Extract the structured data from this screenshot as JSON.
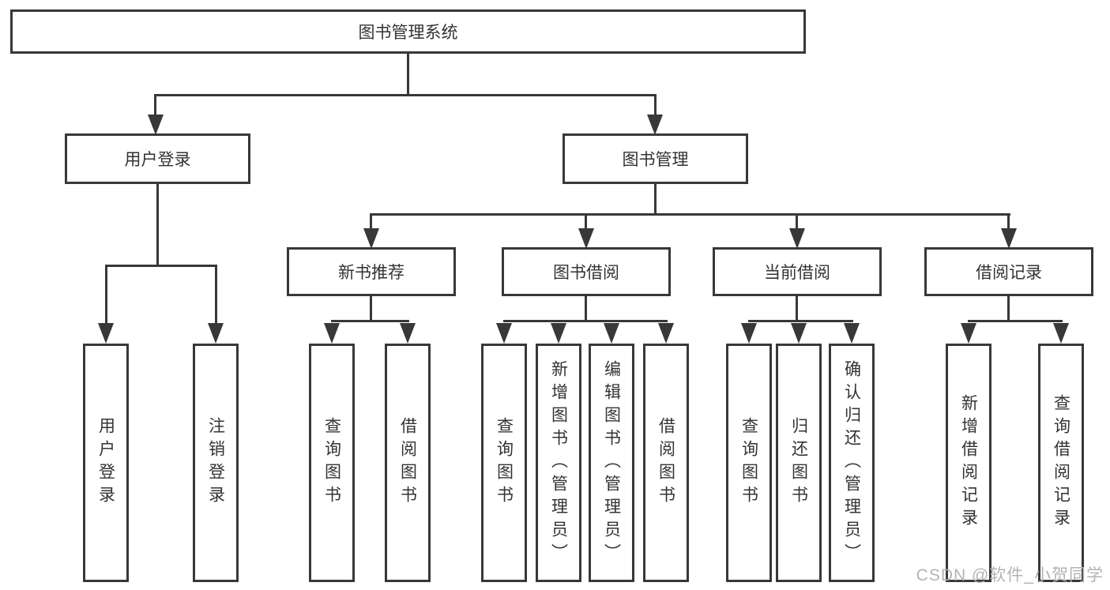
{
  "diagram": {
    "root": {
      "label": "图书管理系统",
      "children": [
        {
          "label": "用户登录",
          "children": [
            {
              "label": "用户登录"
            },
            {
              "label": "注销登录"
            }
          ]
        },
        {
          "label": "图书管理",
          "children": [
            {
              "label": "新书推荐",
              "children": [
                {
                  "label": "查询图书"
                },
                {
                  "label": "借阅图书"
                }
              ]
            },
            {
              "label": "图书借阅",
              "children": [
                {
                  "label": "查询图书"
                },
                {
                  "label": "新增图书（管理员）"
                },
                {
                  "label": "编辑图书（管理员）"
                },
                {
                  "label": "借阅图书"
                }
              ]
            },
            {
              "label": "当前借阅",
              "children": [
                {
                  "label": "查询图书"
                },
                {
                  "label": "归还图书"
                },
                {
                  "label": "确认归还（管理员）"
                }
              ]
            },
            {
              "label": "借阅记录",
              "children": [
                {
                  "label": "新增借阅记录"
                },
                {
                  "label": "查询借阅记录"
                }
              ]
            }
          ]
        }
      ]
    }
  },
  "watermark": "CSDN @软件_小贺同学",
  "colors": {
    "line": "#383838",
    "text": "#333333",
    "background": "#ffffff",
    "watermark": "#b3b3b3"
  }
}
